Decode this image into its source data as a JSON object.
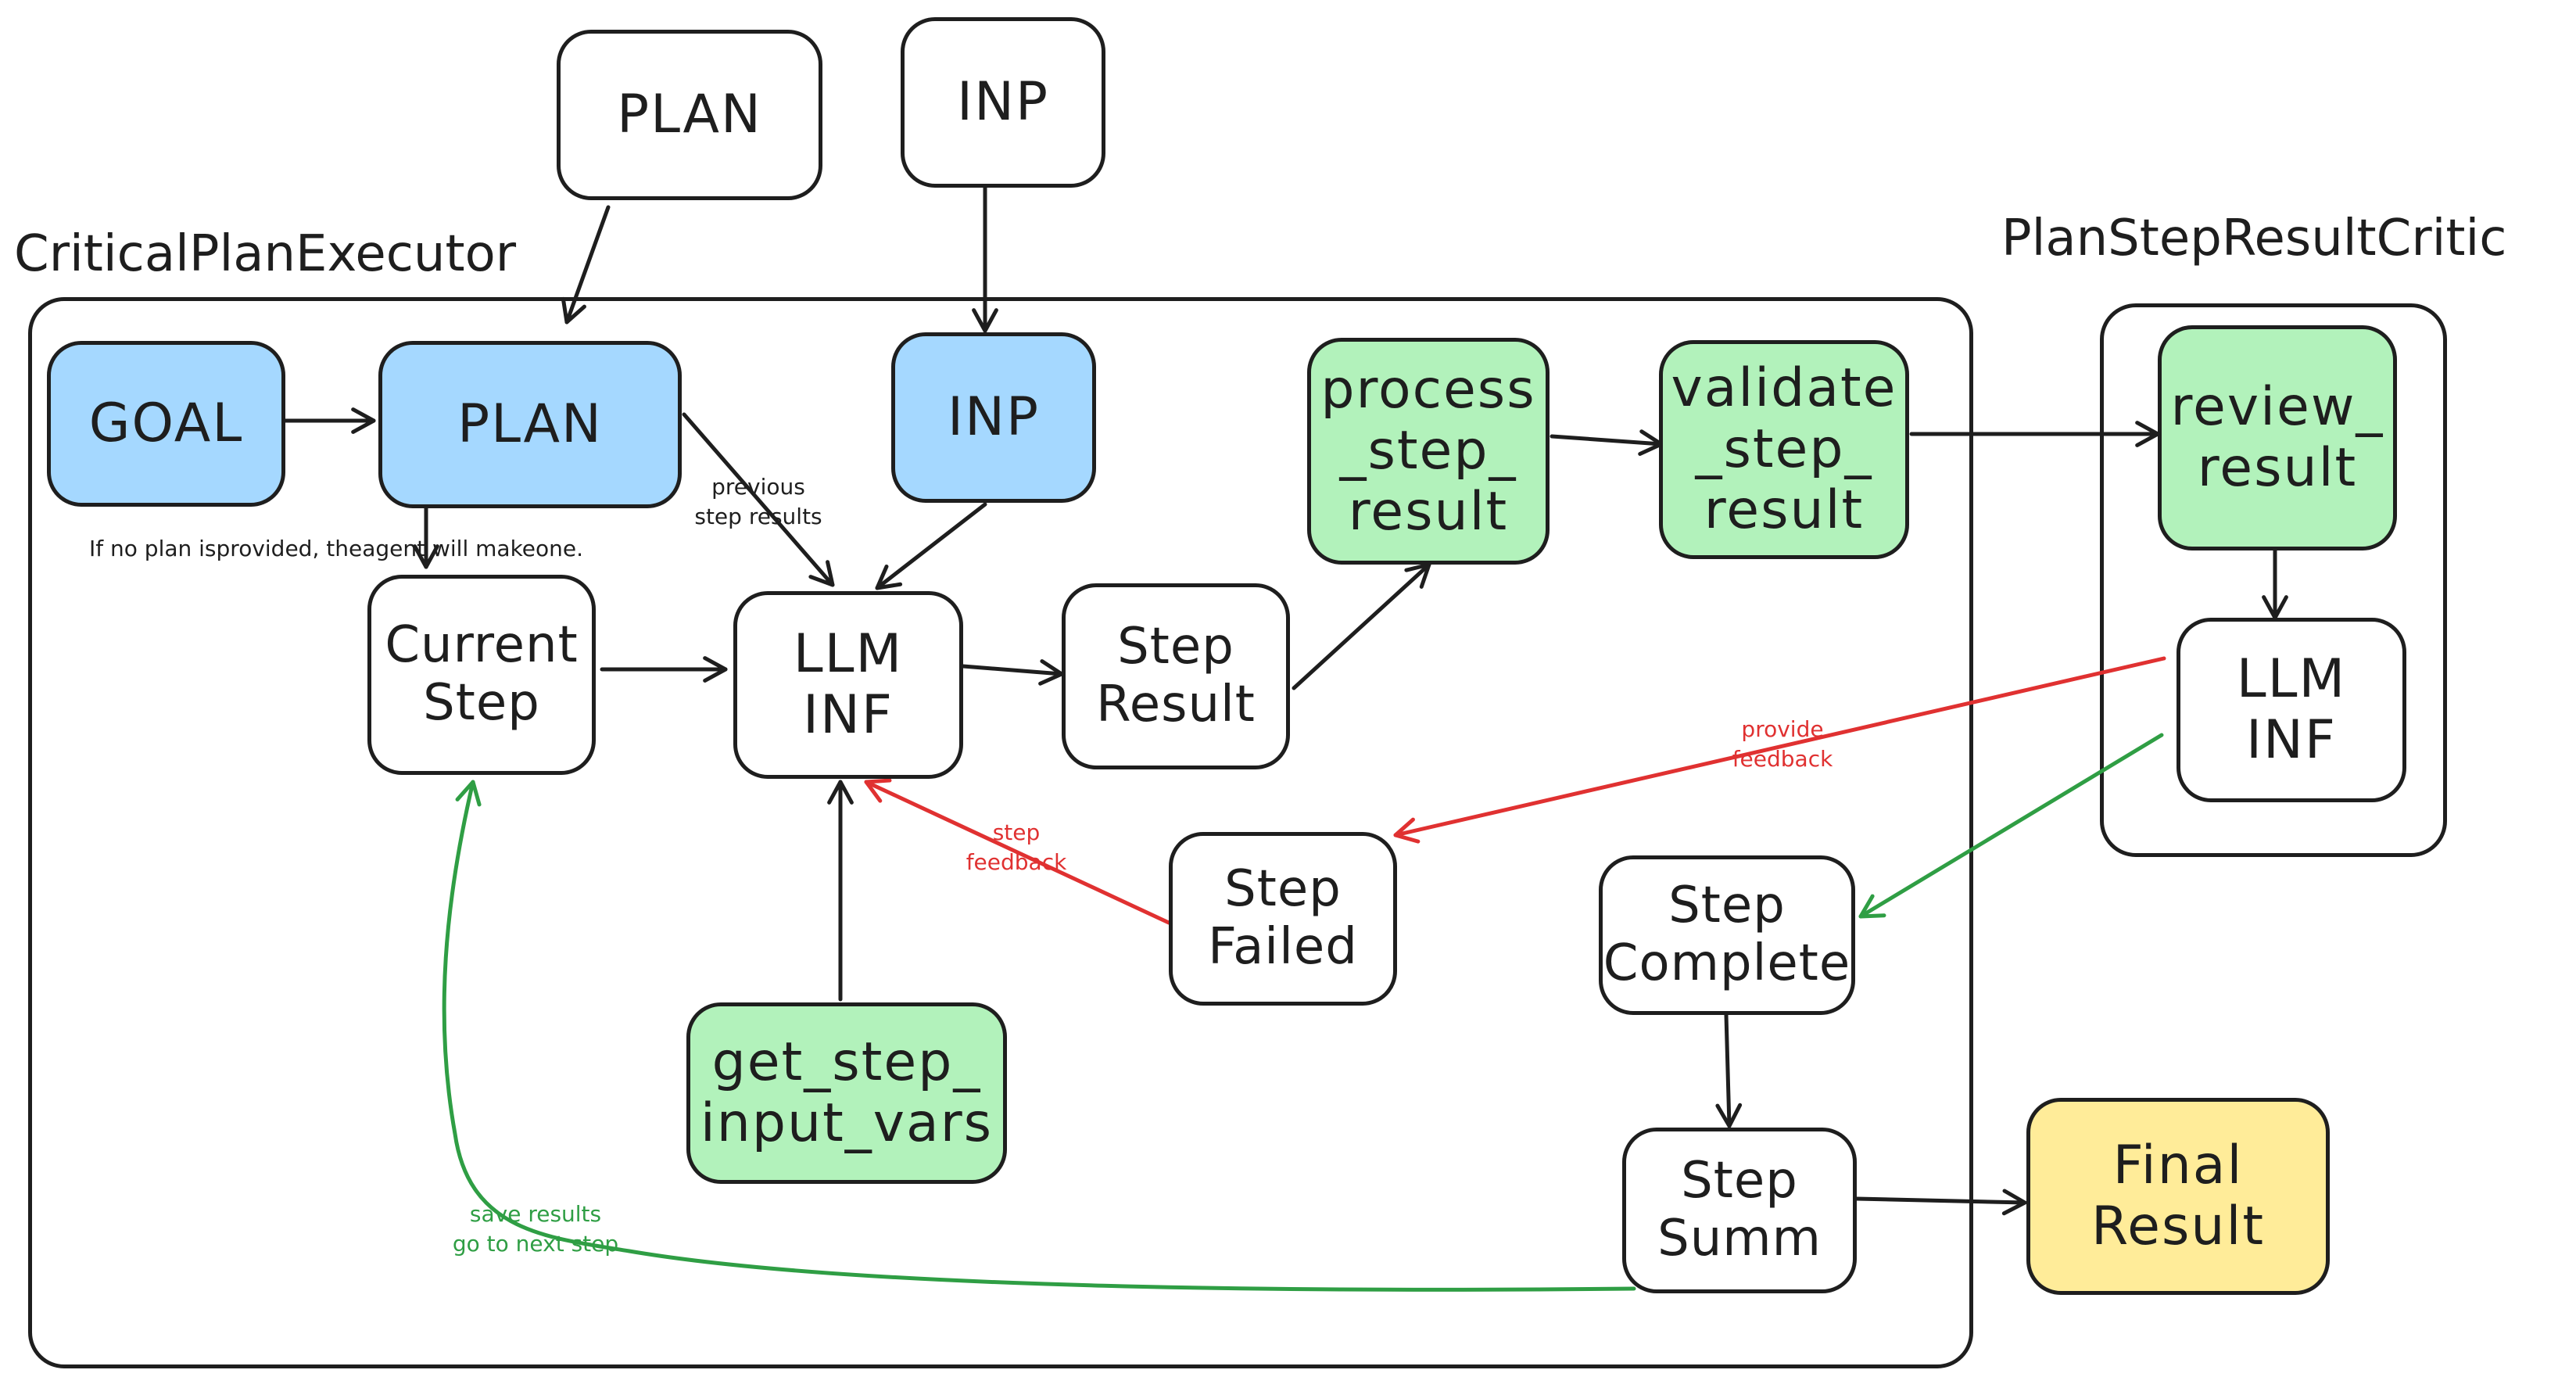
{
  "colors": {
    "stroke": "#1e1e1e",
    "blue": "#a5d8ff",
    "green": "#b2f2bb",
    "yellow": "#ffec99",
    "white": "#ffffff",
    "red_edge": "#e03131",
    "green_edge": "#2f9e44"
  },
  "frames": {
    "executor_title": "CriticalPlanExecutor",
    "critic_title": "PlanStepResultCritic"
  },
  "nodes": {
    "plan_top": [
      "PLAN"
    ],
    "inp_top": [
      "INP"
    ],
    "goal": [
      "GOAL"
    ],
    "plan": [
      "PLAN"
    ],
    "inp": [
      "INP"
    ],
    "process": [
      "process",
      "_step_",
      "result"
    ],
    "validate": [
      "validate",
      "_step_",
      "result"
    ],
    "review": [
      "review_",
      "result"
    ],
    "critic_llm": [
      "LLM",
      "INF"
    ],
    "current_step": [
      "Current",
      "Step"
    ],
    "llm": [
      "LLM",
      "INF"
    ],
    "step_result": [
      "Step",
      "Result"
    ],
    "step_failed": [
      "Step",
      "Failed"
    ],
    "step_complete": [
      "Step",
      "Complete"
    ],
    "get_vars": [
      "get_step_",
      "input_vars"
    ],
    "step_summ": [
      "Step",
      "Summ"
    ],
    "final": [
      "Final",
      "Result"
    ]
  },
  "note": [
    "If no plan is",
    "provided, the",
    "agent will make",
    "one."
  ],
  "labels": {
    "previous": [
      "previous",
      "step results"
    ],
    "provide": [
      "provide",
      "feedback"
    ],
    "step_feedback": [
      "step",
      "feedback"
    ],
    "save": [
      "save results",
      "go to next step"
    ]
  }
}
